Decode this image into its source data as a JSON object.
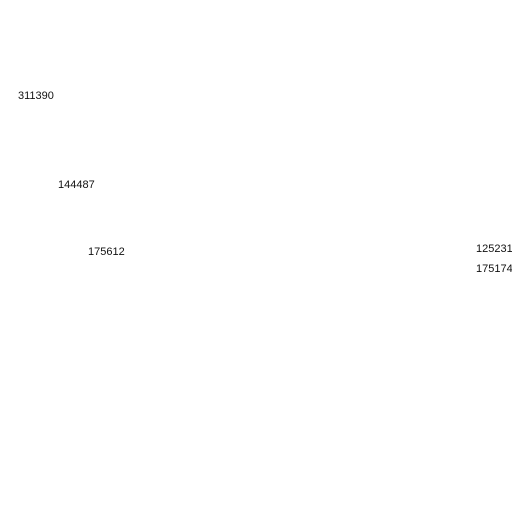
{
  "labels": [
    {
      "text": "311390"
    },
    {
      "text": "144487"
    },
    {
      "text": "175612"
    },
    {
      "text": "125231"
    },
    {
      "text": "175174"
    }
  ]
}
